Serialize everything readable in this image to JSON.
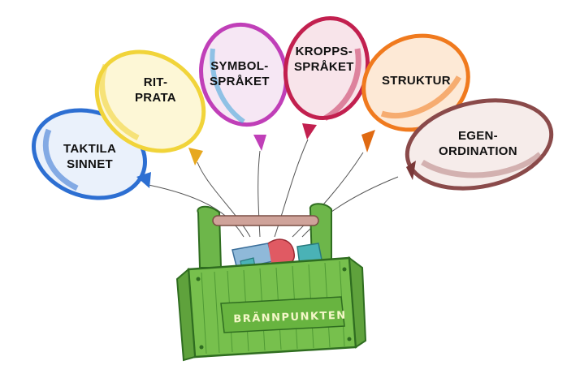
{
  "balloons": [
    {
      "id": "taktila",
      "line1": "TAKTILA",
      "line2": "SINNET",
      "color": "#2d6fd2"
    },
    {
      "id": "rit",
      "line1": "RIT-",
      "line2": "PRATA",
      "color": "#f1d43a"
    },
    {
      "id": "symbol",
      "line1": "SYMBOL-",
      "line2": "SPRÅKET",
      "color": "#c03fb8"
    },
    {
      "id": "kropp",
      "line1": "KROPPS-",
      "line2": "SPRÅKET",
      "color": "#c2204f"
    },
    {
      "id": "struktur",
      "line1": "STRUKTUR",
      "line2": "",
      "color": "#f07a1e"
    },
    {
      "id": "egen",
      "line1": "EGEN-",
      "line2": "ORDINATION",
      "color": "#8a4a4a"
    }
  ],
  "toolbox": {
    "label": "BRÄNNPUNKTEN",
    "color": "#5aa83c"
  }
}
